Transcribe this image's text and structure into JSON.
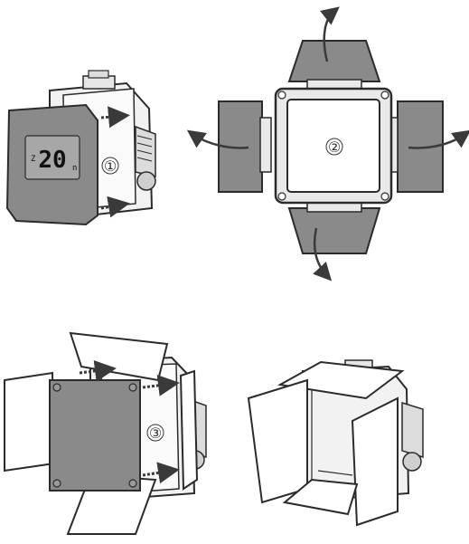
{
  "steps": [
    {
      "label": "①"
    },
    {
      "label": "②"
    },
    {
      "label": "③"
    }
  ],
  "display": {
    "value": "20",
    "left_mark": "Z",
    "right_mark": "n"
  },
  "colors": {
    "flap_fill": "#8a8a8a",
    "outline": "#2b2b2b",
    "frame": "#e9e9e9",
    "arrow": "#3a3a3a"
  },
  "icons": [
    "rotate-arrow-icon",
    "slide-arrow-icon"
  ]
}
